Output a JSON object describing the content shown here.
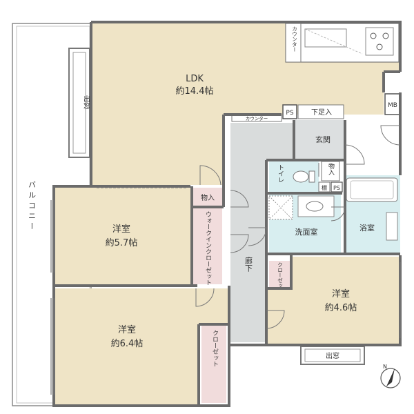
{
  "colors": {
    "ldk": "#efe4c6",
    "western": "#efe4c6",
    "corridor": "#d9dcdc",
    "storage": "#f1dcdc",
    "wet": "#d8eef0",
    "entrance": "#dcdfe0",
    "wall": "#6b6b6b"
  },
  "rooms": {
    "ldk_name": "LDK",
    "ldk_size": "約14.4帖",
    "western1_name": "洋室",
    "western1_size": "約5.7帖",
    "western2_name": "洋室",
    "western2_size": "約6.4帖",
    "western3_name": "洋室",
    "western3_size": "約4.6帖",
    "corridor": "廊下",
    "entrance": "玄関",
    "toilet": "トイレ",
    "washroom": "洗面室",
    "bathroom": "浴室"
  },
  "storage": {
    "walk_in_closet": "ウォークインクローゼット",
    "closet_bottom": "クローゼット",
    "closet_small": "クローゼット",
    "storage_mid": "物入",
    "storage_toilet": "物入",
    "shoe_box": "下足入",
    "shelf": "棚"
  },
  "labels": {
    "balcony": "バルコニー",
    "bay_window_left": "出窓",
    "bay_window_bottom": "出窓",
    "counter_vertical": "カウンター",
    "counter_horizontal": "カウンター",
    "ps_top": "PS",
    "ps_mid": "PS",
    "mb": "MB",
    "north": "N"
  }
}
